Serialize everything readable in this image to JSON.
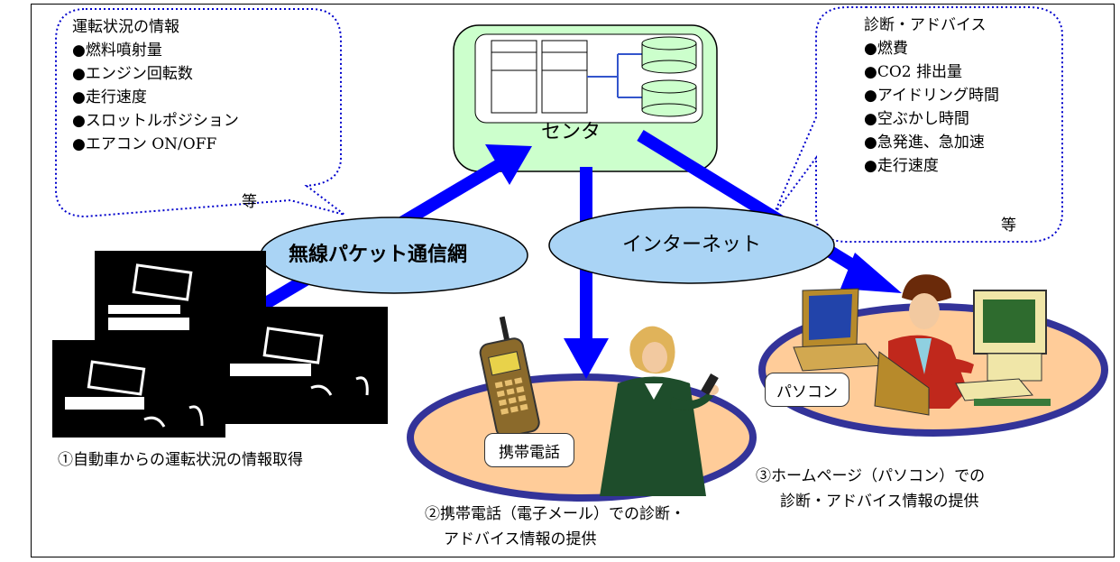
{
  "center": {
    "label": "センタ"
  },
  "networks": {
    "wireless": "無線パケット通信網",
    "internet": "インターネット"
  },
  "left_bubble": {
    "title": "運転状況の情報",
    "items": [
      "●燃料噴射量",
      "●エンジン回転数",
      "●走行速度",
      "●スロットルポジション",
      "●エアコン ON/OFF"
    ],
    "etc": "等"
  },
  "right_bubble": {
    "title": "診断・アドバイス",
    "items": [
      "●燃費",
      "●CO2 排出量",
      "●アイドリング時間",
      "●空ぶかし時間",
      "●急発進、急加速",
      "●走行速度"
    ],
    "etc": "等"
  },
  "devices": {
    "phone": "携帯電話",
    "pc": "パソコン"
  },
  "captions": {
    "vehicles": "①自動車からの運転状況の情報取得",
    "phone_line1": "②携帯電話（電子メール）での診断・",
    "phone_line2": "アドバイス情報の提供",
    "pc_line1": "③ホームページ（パソコン）での",
    "pc_line2": "診断・アドバイス情報の提供"
  },
  "colors": {
    "arrow": "#0000ff",
    "ellipse": "#aad4f5",
    "center_fill": "#ccffcc",
    "platform": "#ffcc99",
    "platform_ring": "#333399"
  }
}
